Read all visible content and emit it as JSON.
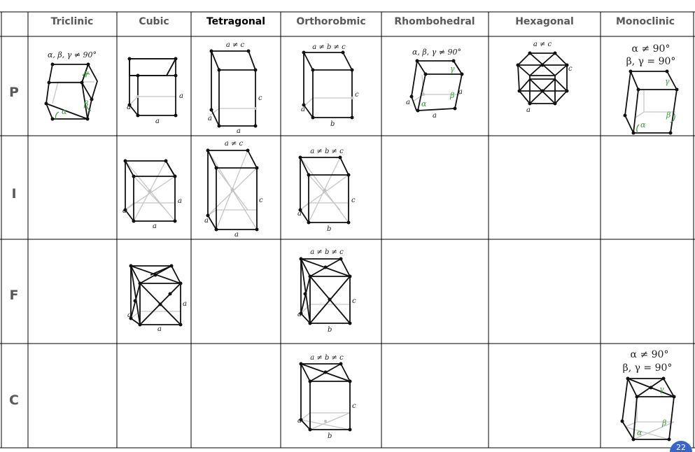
{
  "columns": [
    "Triclinic",
    "Cubic",
    "Tetragonal",
    "Orthorobmic",
    "Rhombohedral",
    "Hexagonal",
    "Monoclinic"
  ],
  "rows": [
    "P",
    "I",
    "F",
    "C"
  ],
  "labels": {
    "triclinic_cond": "α, β, γ ≠ 90°",
    "rhombo_cond": "α, β, γ ≠ 90°",
    "a_ne_c": "a ≠ c",
    "a_ne_b_ne_c": "a ≠ b ≠ c",
    "mono_cond1": "α ≠ 90°",
    "mono_cond2": "β, γ = 90°",
    "a": "a",
    "b": "b",
    "c": "c",
    "alpha": "α",
    "beta": "β",
    "gamma": "γ"
  },
  "page_number": "22",
  "colors": {
    "angle_green": "#3a9a3a",
    "hidden_edge": "#c6c6c6",
    "page_badge": "#3a64c8"
  }
}
